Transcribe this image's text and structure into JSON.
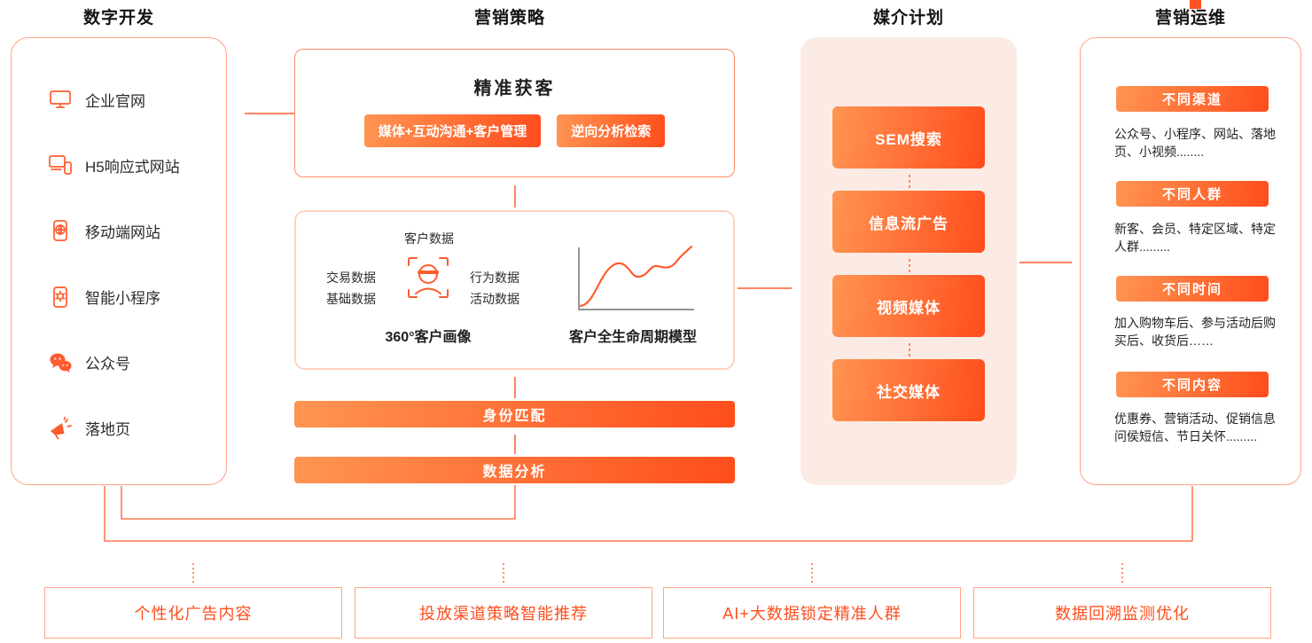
{
  "colors": {
    "accent": "#ff4d1c",
    "accent_light": "#ff9552",
    "arrow": "#ff5b2e",
    "border_light": "#ffa384",
    "panel_pink": "#fcebe4"
  },
  "columns": {
    "digital": {
      "title": "数字开发",
      "items": [
        {
          "icon": "monitor-icon",
          "label": "企业官网"
        },
        {
          "icon": "responsive-site-icon",
          "label": "H5响应式网站"
        },
        {
          "icon": "mobile-web-icon",
          "label": "移动端网站"
        },
        {
          "icon": "miniapp-icon",
          "label": "智能小程序"
        },
        {
          "icon": "wechat-icon",
          "label": "公众号"
        },
        {
          "icon": "landing-page-icon",
          "label": "落地页"
        }
      ]
    },
    "strategy": {
      "title": "营销策略",
      "acquisition": {
        "title": "精准获客",
        "tags": [
          "媒体+互动沟通+客户管理",
          "逆向分析检索"
        ]
      },
      "customer": {
        "data_title": "客户数据",
        "labels_left": [
          "交易数据",
          "基础数据"
        ],
        "labels_right": [
          "行为数据",
          "活动数据"
        ],
        "portrait_caption": "360°客户画像",
        "lifecycle_caption": "客户全生命周期模型"
      },
      "identity_bar": "身份匹配",
      "analysis_bar": "数据分析"
    },
    "media": {
      "title": "媒介计划",
      "items": [
        "SEM搜索",
        "信息流广告",
        "视频媒体",
        "社交媒体"
      ]
    },
    "operations": {
      "title": "营销运维",
      "sections": [
        {
          "header": "不同渠道",
          "desc": "公众号、小程序、网站、落地页、小视频........"
        },
        {
          "header": "不同人群",
          "desc": "新客、会员、特定区域、特定人群........."
        },
        {
          "header": "不同时间",
          "desc": "加入购物车后、参与活动后购买后、收货后……"
        },
        {
          "header": "不同内容",
          "desc": "优惠券、营销活动、促销信息问侯短信、节日关怀........."
        }
      ]
    }
  },
  "footer_boxes": [
    {
      "label": "个性化广告内容"
    },
    {
      "label": "投放渠道策略智能推荐"
    },
    {
      "label": "AI+大数据锁定精准人群"
    },
    {
      "label": "数据回溯监测优化"
    }
  ]
}
